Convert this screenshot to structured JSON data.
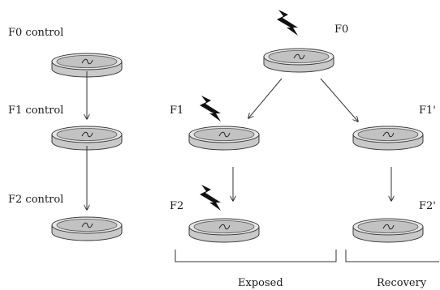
{
  "labels": {
    "f0_control": "F0 control",
    "f1_control": "F1 control",
    "f2_control": "F2 control",
    "f0": "F0",
    "f1": "F1",
    "f2": "F2",
    "f1_prime": "F1'",
    "f2_prime": "F2'",
    "exposed": "Exposed",
    "recovery": "Recovery"
  },
  "icons": {
    "dish": "petri-dish-icon",
    "exposure": "lightning-bolt-icon",
    "arrow": "arrow-down-icon"
  },
  "colors": {
    "dish_fill": "#e6e6e6",
    "dish_side": "#c9c9c9",
    "bolt": "#111111",
    "line": "#333333"
  }
}
